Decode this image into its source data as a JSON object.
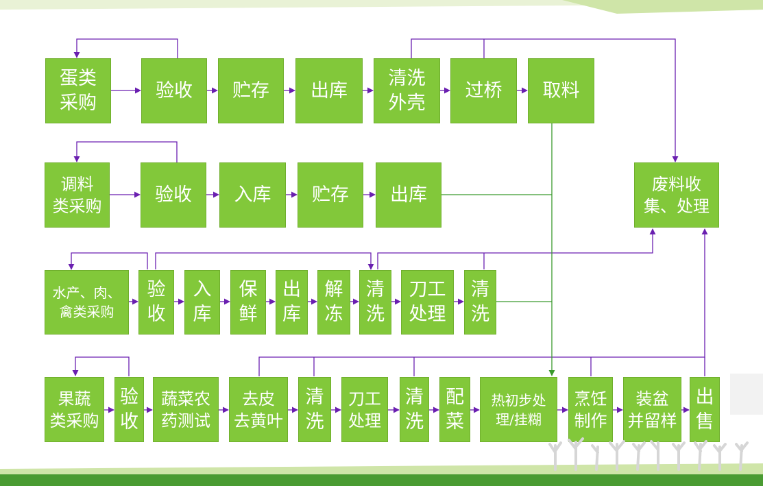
{
  "colors": {
    "box_fill": "#82c83a",
    "arrow_purple": "#6a1fb0",
    "arrow_green": "#3b9a2e",
    "band_green": "#4a9b32"
  },
  "row1": {
    "b1": "蛋类\n采购",
    "b2": "验收",
    "b3": "贮存",
    "b4": "出库",
    "b5": "清洗\n外壳",
    "b6": "过桥",
    "b7": "取料"
  },
  "row2": {
    "b1": "调料\n类采购",
    "b2": "验收",
    "b3": "入库",
    "b4": "贮存",
    "b5": "出库"
  },
  "waste": "废料收\n集、处理",
  "row3": {
    "b1": "水产、肉、\n禽类采购",
    "b2": "验\n收",
    "b3": "入\n库",
    "b4": "保\n鲜",
    "b5": "出\n库",
    "b6": "解\n冻",
    "b7": "清\n洗",
    "b8": "刀工\n处理",
    "b9": "清\n洗"
  },
  "row4": {
    "b1": "果蔬\n类采购",
    "b2": "验\n收",
    "b3": "蔬菜农\n药测试",
    "b4": "去皮\n去黄叶",
    "b5": "清\n洗",
    "b6": "刀工\n处理",
    "b7": "清\n洗",
    "b8": "配\n菜",
    "b9": "热初步处\n理/挂糊",
    "b10": "烹饪\n制作",
    "b11": "装盆\n并留样",
    "b12": "出\n售"
  }
}
